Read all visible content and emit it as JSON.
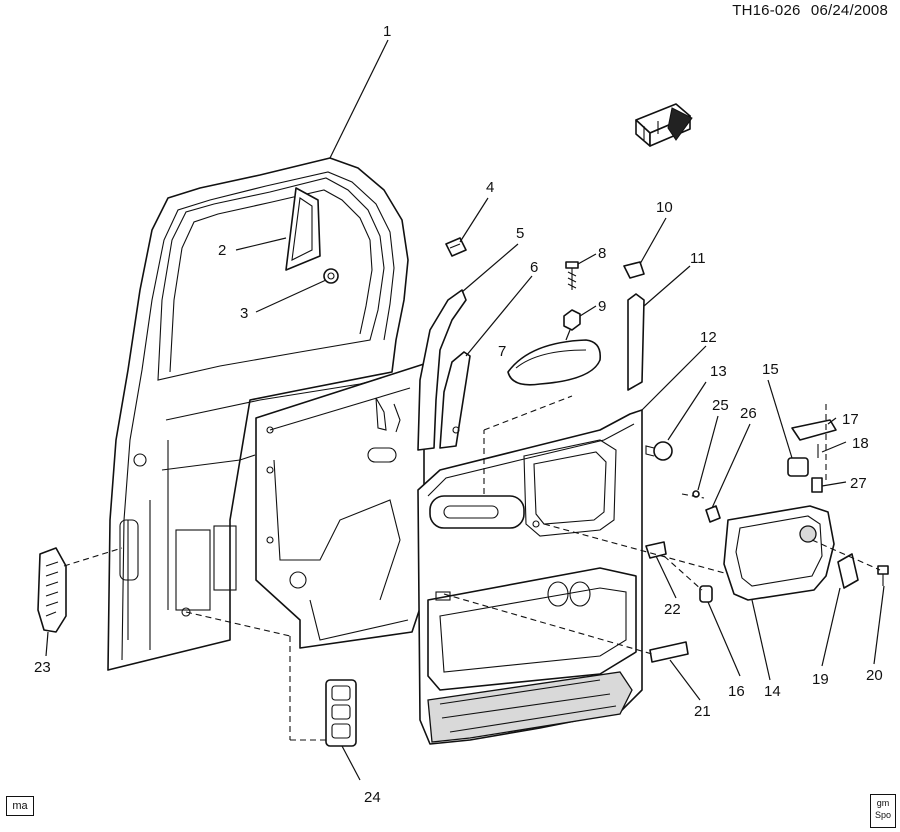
{
  "header": {
    "diagram_id": "TH16-026",
    "date": "06/24/2008"
  },
  "callouts": [
    "1",
    "2",
    "3",
    "4",
    "5",
    "6",
    "7",
    "8",
    "9",
    "10",
    "11",
    "12",
    "13",
    "14",
    "15",
    "16",
    "17",
    "18",
    "19",
    "20",
    "21",
    "22",
    "23",
    "24",
    "25",
    "26",
    "27"
  ],
  "footer": {
    "left_badge": "ma",
    "right_logo_top": "gm",
    "right_logo_bottom": "Spo"
  },
  "icons": {
    "orientation": "front-arrow-icon"
  }
}
